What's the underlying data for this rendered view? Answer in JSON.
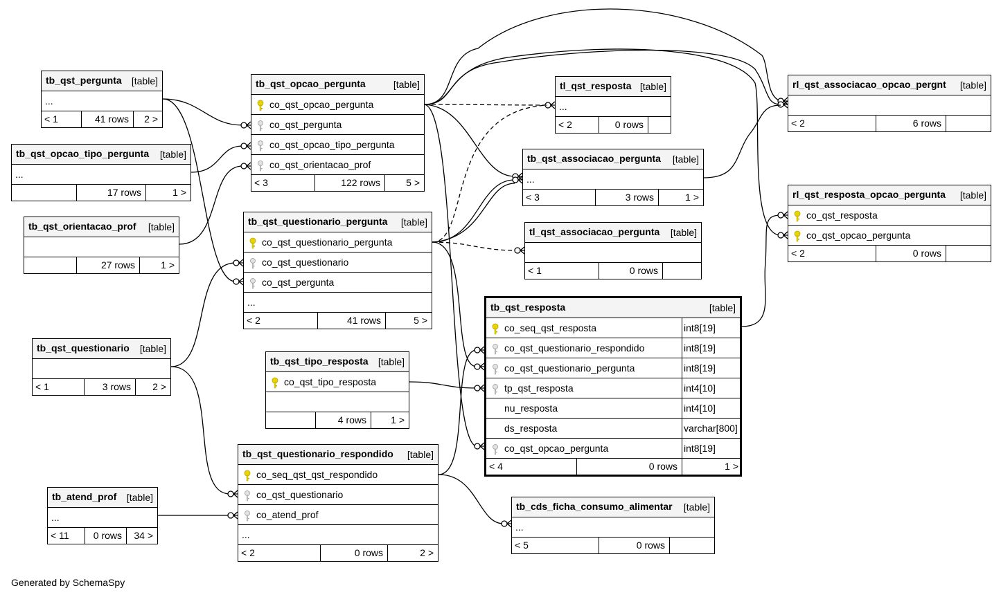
{
  "footer_text": "Generated by SchemaSpy",
  "tables": [
    {
      "id": "tb_qst_pergunta",
      "name": "tb_qst_pergunta",
      "type": "[table]",
      "rows": [
        {
          "text": "...",
          "icon": "none"
        }
      ],
      "footer": [
        "< 1",
        "41 rows",
        "2 >"
      ]
    },
    {
      "id": "tb_qst_opcao_tipo_pergunta",
      "name": "tb_qst_opcao_tipo_pergunta",
      "type": "[table]",
      "rows": [
        {
          "text": "...",
          "icon": "none"
        }
      ],
      "footer": [
        "",
        "17 rows",
        "1 >"
      ]
    },
    {
      "id": "tb_qst_orientacao_prof",
      "name": "tb_qst_orientacao_prof",
      "type": "[table]",
      "rows": [
        {
          "text": "",
          "icon": "none"
        }
      ],
      "footer": [
        "",
        "27 rows",
        "1 >"
      ]
    },
    {
      "id": "tb_qst_questionario",
      "name": "tb_qst_questionario",
      "type": "[table]",
      "rows": [
        {
          "text": "",
          "icon": "none"
        }
      ],
      "footer": [
        "< 1",
        "3 rows",
        "2 >"
      ]
    },
    {
      "id": "tb_atend_prof",
      "name": "tb_atend_prof",
      "type": "[table]",
      "rows": [
        {
          "text": "...",
          "icon": "none"
        }
      ],
      "footer": [
        "< 11",
        "0 rows",
        "34 >"
      ]
    },
    {
      "id": "tb_qst_opcao_pergunta",
      "name": "tb_qst_opcao_pergunta",
      "type": "[table]",
      "rows": [
        {
          "text": "co_qst_opcao_pergunta",
          "icon": "primary-key-icon"
        },
        {
          "text": "co_qst_pergunta",
          "icon": "foreign-key-icon"
        },
        {
          "text": "co_qst_opcao_tipo_pergunta",
          "icon": "foreign-key-icon"
        },
        {
          "text": "co_qst_orientacao_prof",
          "icon": "foreign-key-icon"
        }
      ],
      "footer": [
        "< 3",
        "122 rows",
        "5 >"
      ]
    },
    {
      "id": "tb_qst_questionario_pergunta",
      "name": "tb_qst_questionario_pergunta",
      "type": "[table]",
      "rows": [
        {
          "text": "co_qst_questionario_pergunta",
          "icon": "primary-key-icon"
        },
        {
          "text": "co_qst_questionario",
          "icon": "foreign-key-icon"
        },
        {
          "text": "co_qst_pergunta",
          "icon": "foreign-key-icon"
        },
        {
          "text": "...",
          "icon": "none"
        }
      ],
      "footer": [
        "< 2",
        "41 rows",
        "5 >"
      ]
    },
    {
      "id": "tb_qst_tipo_resposta",
      "name": "tb_qst_tipo_resposta",
      "type": "[table]",
      "rows": [
        {
          "text": "co_qst_tipo_resposta",
          "icon": "primary-key-icon"
        },
        {
          "text": "",
          "icon": "none"
        }
      ],
      "footer": [
        "",
        "4 rows",
        "1 >"
      ]
    },
    {
      "id": "tb_qst_questionario_respondido",
      "name": "tb_qst_questionario_respondido",
      "type": "[table]",
      "rows": [
        {
          "text": "co_seq_qst_qst_respondido",
          "icon": "primary-key-icon"
        },
        {
          "text": "co_qst_questionario",
          "icon": "foreign-key-icon"
        },
        {
          "text": "co_atend_prof",
          "icon": "foreign-key-icon"
        },
        {
          "text": "...",
          "icon": "none"
        }
      ],
      "footer": [
        "< 2",
        "0 rows",
        "2 >"
      ]
    },
    {
      "id": "tl_qst_resposta",
      "name": "tl_qst_resposta",
      "type": "[table]",
      "rows": [
        {
          "text": "...",
          "icon": "none"
        }
      ],
      "footer": [
        "< 2",
        "0 rows",
        ""
      ]
    },
    {
      "id": "tb_qst_associacao_pergunta",
      "name": "tb_qst_associacao_pergunta",
      "type": "[table]",
      "rows": [
        {
          "text": "...",
          "icon": "none"
        }
      ],
      "footer": [
        "< 3",
        "3 rows",
        "1 >"
      ]
    },
    {
      "id": "tl_qst_associacao_pergunta",
      "name": "tl_qst_associacao_pergunta",
      "type": "[table]",
      "rows": [
        {
          "text": "",
          "icon": "none"
        }
      ],
      "footer": [
        "< 1",
        "0 rows",
        ""
      ]
    },
    {
      "id": "tb_qst_resposta",
      "name": "tb_qst_resposta",
      "type": "[table]",
      "rows": [
        {
          "text": "co_seq_qst_resposta",
          "icon": "primary-key-icon",
          "dtype": "int8[19]"
        },
        {
          "text": "co_qst_questionario_respondido",
          "icon": "foreign-key-icon",
          "dtype": "int8[19]"
        },
        {
          "text": "co_qst_questionario_pergunta",
          "icon": "foreign-key-icon",
          "dtype": "int8[19]"
        },
        {
          "text": "tp_qst_resposta",
          "icon": "foreign-key-icon",
          "dtype": "int4[10]"
        },
        {
          "text": "nu_resposta",
          "icon": "none-indent",
          "dtype": "int4[10]"
        },
        {
          "text": "ds_resposta",
          "icon": "none-indent",
          "dtype": "varchar[800]"
        },
        {
          "text": "co_qst_opcao_pergunta",
          "icon": "foreign-key-icon",
          "dtype": "int8[19]"
        }
      ],
      "footer": [
        "< 4",
        "0 rows",
        "1 >"
      ]
    },
    {
      "id": "tb_cds_ficha_consumo_alimentar",
      "name": "tb_cds_ficha_consumo_alimentar",
      "type": "[table]",
      "rows": [
        {
          "text": "...",
          "icon": "none"
        }
      ],
      "footer": [
        "< 5",
        "0 rows",
        ""
      ]
    },
    {
      "id": "rl_qst_associacao_opcao_pergnt",
      "name": "rl_qst_associacao_opcao_pergnt",
      "type": "[table]",
      "rows": [
        {
          "text": "",
          "icon": "none"
        }
      ],
      "footer": [
        "< 2",
        "6 rows",
        ""
      ]
    },
    {
      "id": "rl_qst_resposta_opcao_pergunta",
      "name": "rl_qst_resposta_opcao_pergunta",
      "type": "[table]",
      "rows": [
        {
          "text": "co_qst_resposta",
          "icon": "primary-key-icon"
        },
        {
          "text": "co_qst_opcao_pergunta",
          "icon": "primary-key-icon"
        }
      ],
      "footer": [
        "< 2",
        "0 rows",
        ""
      ]
    }
  ]
}
